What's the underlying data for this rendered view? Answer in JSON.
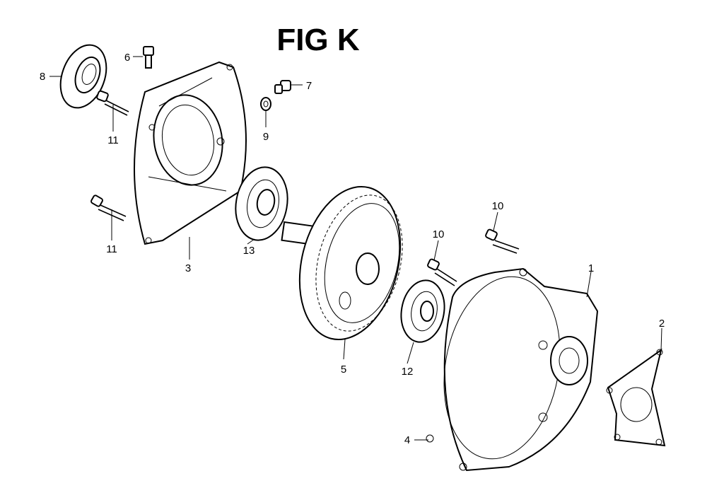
{
  "figure": {
    "title": "FIG K"
  },
  "callouts": [
    {
      "id": "c1",
      "label": "1"
    },
    {
      "id": "c2",
      "label": "2"
    },
    {
      "id": "c3",
      "label": "3"
    },
    {
      "id": "c4",
      "label": "4"
    },
    {
      "id": "c5",
      "label": "5"
    },
    {
      "id": "c6",
      "label": "6"
    },
    {
      "id": "c7",
      "label": "7"
    },
    {
      "id": "c8",
      "label": "8"
    },
    {
      "id": "c9",
      "label": "9"
    },
    {
      "id": "c10a",
      "label": "10"
    },
    {
      "id": "c10b",
      "label": "10"
    },
    {
      "id": "c11a",
      "label": "11"
    },
    {
      "id": "c11b",
      "label": "11"
    },
    {
      "id": "c12",
      "label": "12"
    },
    {
      "id": "c13",
      "label": "13"
    }
  ]
}
